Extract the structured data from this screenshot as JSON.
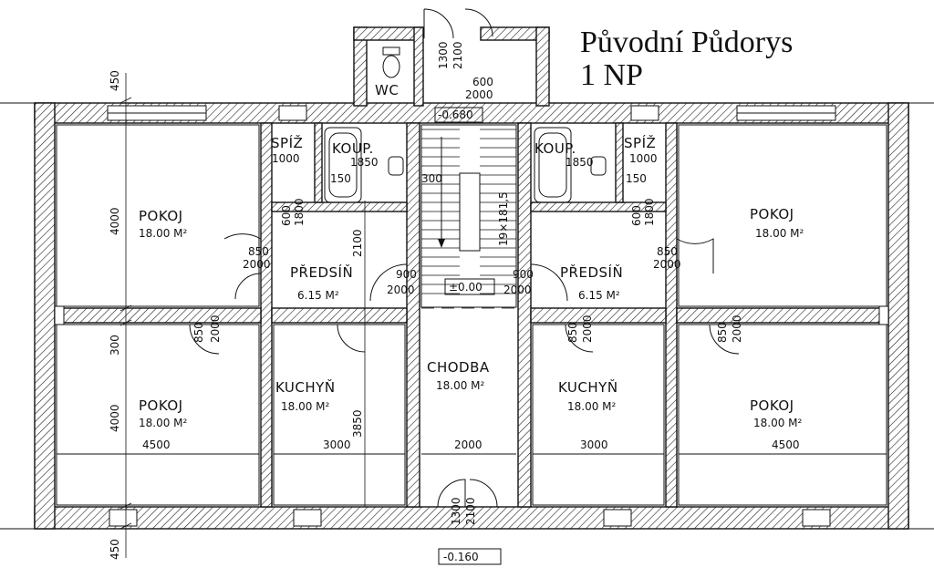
{
  "title": {
    "line1": "Původní Půdorys",
    "line2": "1 NP"
  },
  "rooms": {
    "wc": "WC",
    "spiz_left": "SPÍŽ",
    "koup_left": "KOUP.",
    "spiz_right": "SPÍŽ",
    "koup_right": "KOUP.",
    "pokoj_tl": {
      "name": "POKOJ",
      "area": "18.00 M²"
    },
    "pokoj_bl": {
      "name": "POKOJ",
      "area": "18.00 M²"
    },
    "pokoj_tr": {
      "name": "POKOJ",
      "area": "18.00 M²"
    },
    "pokoj_br": {
      "name": "POKOJ",
      "area": "18.00 M²"
    },
    "predsin_left": {
      "name": "PŘEDSÍŇ",
      "area": "6.15 M²"
    },
    "predsin_right": {
      "name": "PŘEDSÍŇ",
      "area": "6.15 M²"
    },
    "kuchyn_left": {
      "name": "KUCHYŇ",
      "area": "18.00 M²"
    },
    "kuchyn_right": {
      "name": "KUCHYŇ",
      "area": "18.00 M²"
    },
    "chodba": {
      "name": "CHODBA",
      "area": "18.00 M²"
    }
  },
  "levels": {
    "upper": "-0.680",
    "center": "±0.00",
    "bottom": "-0.160"
  },
  "dims": {
    "d450_top": "450",
    "d450_bottom": "450",
    "d4000_top": "4000",
    "d300": "300",
    "d4000_bottom": "4000",
    "d4500_left": "4500",
    "d3000_left": "3000",
    "d2000_center": "2000",
    "d3000_right": "3000",
    "d4500_right": "4500",
    "d3850": "3850",
    "d2100": "2100",
    "door_1300": "1300",
    "door_2100": "2100",
    "win_600": "600",
    "win_2000": "2000",
    "spiz_1000_l": "1000",
    "spiz_1000_r": "1000",
    "koup_1850_l": "1850",
    "koup_1850_r": "1850",
    "d150_l": "150",
    "d150_r": "150",
    "d850": "850",
    "d2000": "2000",
    "d900": "900",
    "d600": "600",
    "d1800": "1800",
    "d300_st": "300",
    "steps": "19×181,5"
  }
}
